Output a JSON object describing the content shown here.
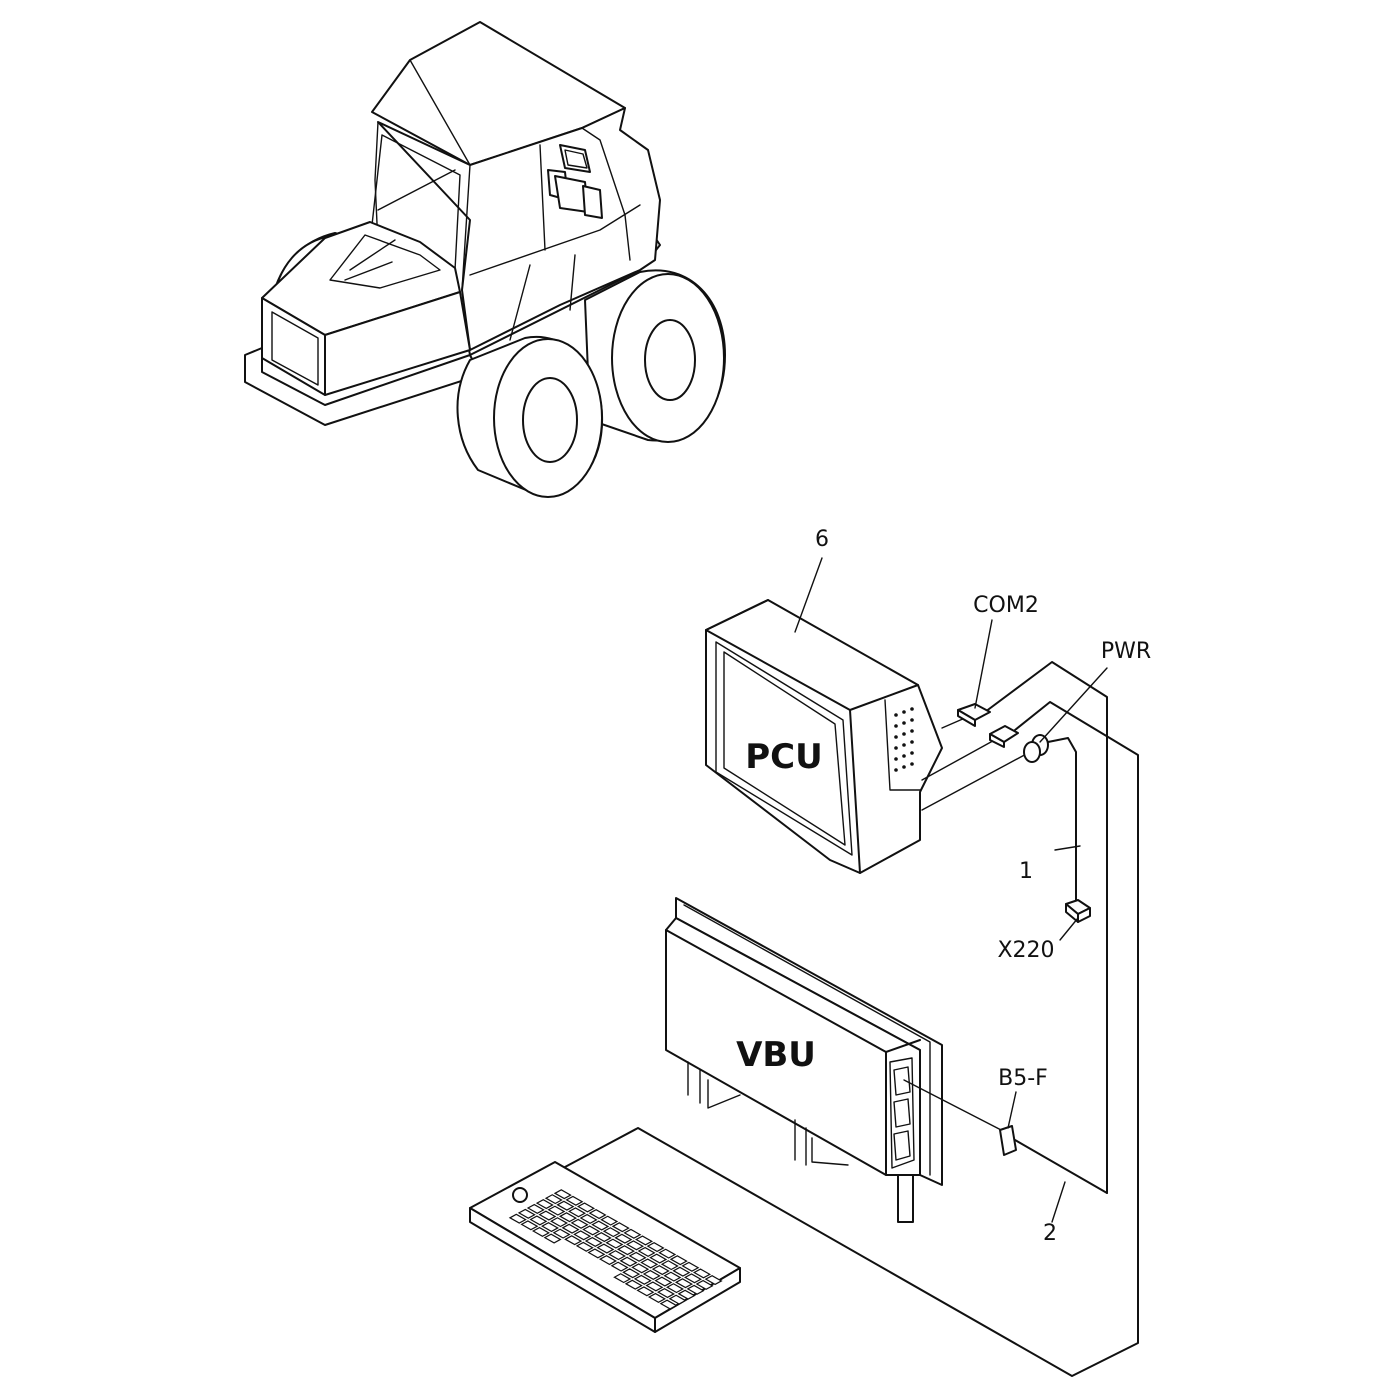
{
  "labels": {
    "pcu_number": "6",
    "com2": "COM2",
    "pwr": "PWR",
    "cable1_number": "1",
    "x220": "X220",
    "b5f": "B5-F",
    "cable2_number": "2"
  },
  "units": {
    "pcu": "PCU",
    "vbu": "VBU"
  }
}
